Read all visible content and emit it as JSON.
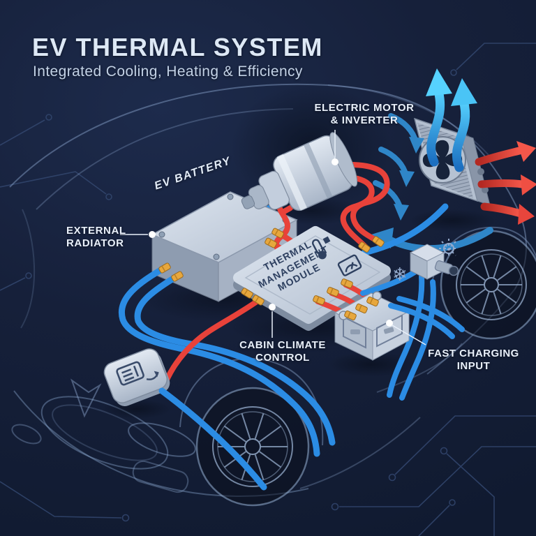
{
  "header": {
    "title": "EV THERMAL SYSTEM",
    "subtitle": "Integrated Cooling, Heating & Efficiency"
  },
  "labels": {
    "electric_motor": {
      "line1": "ELECTRIC MOTOR",
      "line2": "& INVERTER"
    },
    "ev_battery": {
      "line1": "EV BATTERY"
    },
    "external_radiator": {
      "line1": "EXTERNAL",
      "line2": "RADIATOR"
    },
    "thermal_module": {
      "line1": "THERMAL",
      "line2": "MANAGEMENT",
      "line3": "MODULE"
    },
    "cabin_climate": {
      "line1": "CABIN CLIMATE",
      "line2": "CONTROL"
    },
    "fast_charging": {
      "line1": "FAST CHARGING",
      "line2": "INPUT"
    }
  },
  "icons": {
    "snowflake_glyph": "❄",
    "names": [
      "fan-icon",
      "sun-icon",
      "snowflake-icon",
      "thermometer-icon",
      "gauge-icon",
      "vent-icon",
      "up-airflow-arrow",
      "intake-air-arrow",
      "hot-air-arrow"
    ]
  },
  "colors": {
    "background": "#16203a",
    "coolant_blue": "#2b8ce4",
    "coolant_red": "#e8423a",
    "battery_cell_cyan": "#49d6ff",
    "connector_gold": "#e7a73d",
    "component_silver": "#cfd9e6",
    "label_text": "#e9f0fa",
    "circuit_trace": "#33476f"
  }
}
